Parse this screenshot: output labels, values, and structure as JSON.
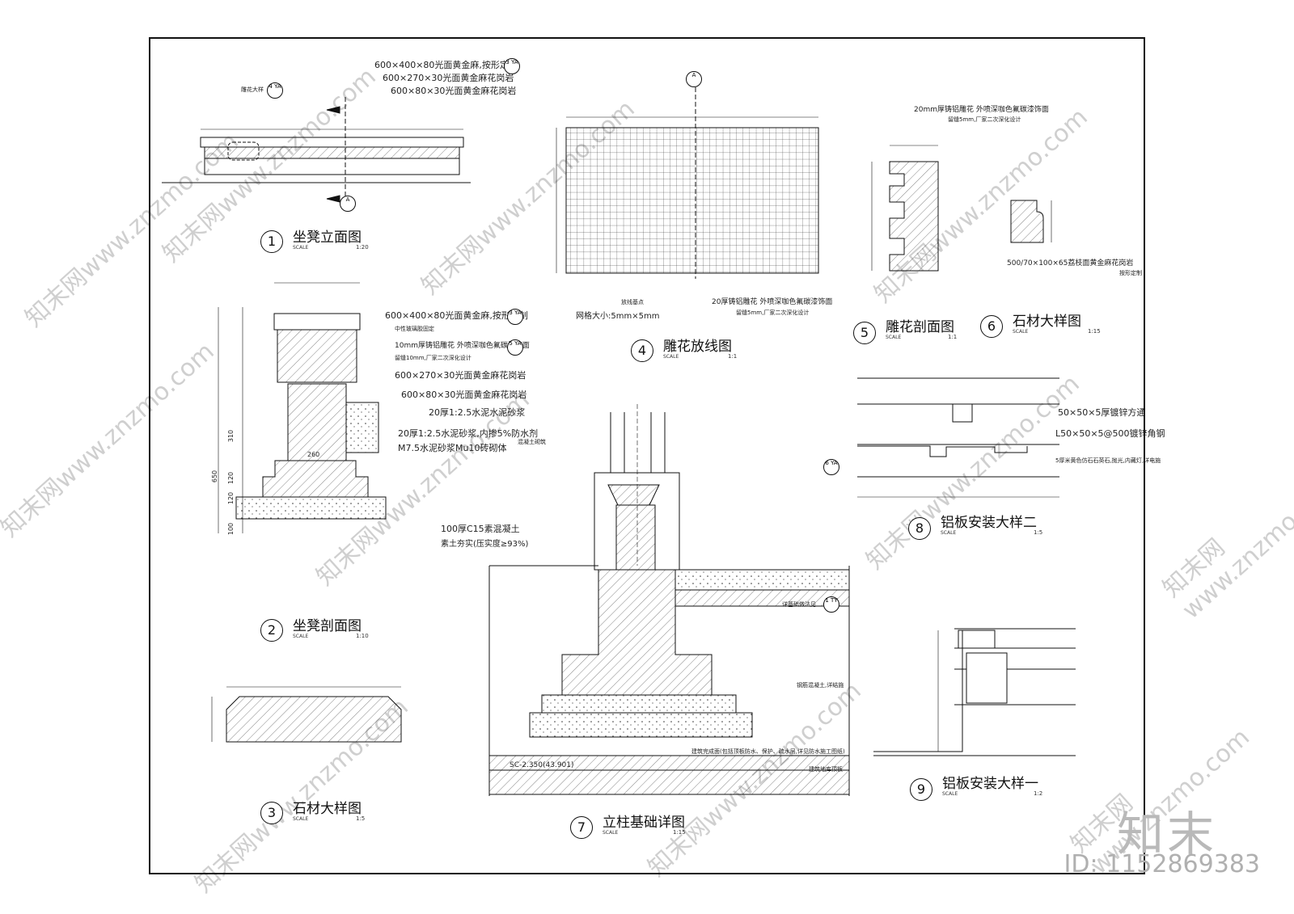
{
  "watermark": {
    "text": "知末网www.znzmo.com",
    "brand": "知末",
    "id": "ID: 1152869383"
  },
  "details": [
    {
      "num": "1",
      "title": "坐凳立面图",
      "scale_label": "SCALE",
      "scale": "1:20"
    },
    {
      "num": "2",
      "title": "坐凳剖面图",
      "scale_label": "SCALE",
      "scale": "1:10"
    },
    {
      "num": "3",
      "title": "石材大样图",
      "scale_label": "SCALE",
      "scale": "1:5"
    },
    {
      "num": "4",
      "title": "雕花放线图",
      "scale_label": "SCALE",
      "scale": "1:1"
    },
    {
      "num": "5",
      "title": "雕花剖面图",
      "scale_label": "SCALE",
      "scale": "1:1"
    },
    {
      "num": "6",
      "title": "石材大样图",
      "scale_label": "SCALE",
      "scale": "1:15"
    },
    {
      "num": "7",
      "title": "立柱基础详图",
      "scale_label": "SCALE",
      "scale": "1:15"
    },
    {
      "num": "8",
      "title": "铝板安装大样二",
      "scale_label": "SCALE",
      "scale": "1:5"
    },
    {
      "num": "9",
      "title": "铝板安装大样一",
      "scale_label": "SCALE",
      "scale": "1:2"
    }
  ],
  "d1_notes": [
    "600×400×80光面黄金麻,按形定制",
    "600×270×30光面黄金麻花岗岩",
    "600×80×30光面黄金麻花岗岩",
    "雕花大样"
  ],
  "d1_tags": [
    "3 YA",
    "4 YA",
    "A",
    "A"
  ],
  "d2_notes": [
    "600×400×80光面黄金麻,按形定制",
    "中性玻璃胶固定",
    "10mm厚铸铝雕花  外喷深咖色氟碳漆饰面",
    "留缝10mm,厂家二次深化设计",
    "600×270×30光面黄金麻花岗岩",
    "600×80×30光面黄金麻花岗岩",
    "20厚1:2.5水泥水泥砂浆",
    "20厚1:2.5水泥砂浆,内掺5%防水剂",
    "M7.5水泥砂浆Mu10砖砌体",
    "100厚C15素混凝土",
    "素土夯实(压实度≥93%)"
  ],
  "d2_tags": [
    "3 YA",
    "5 YA"
  ],
  "d2_dims": [
    "310",
    "650",
    "120",
    "120",
    "100",
    "260"
  ],
  "d4_notes": [
    "放线基点",
    "网格大小:5mm×5mm",
    "20厚铸铝雕花  外喷深咖色氟碳漆饰面",
    "留缝5mm,厂家二次深化设计"
  ],
  "d5_notes": [
    "20mm厚铸铝雕花  外喷深咖色氟碳漆饰面",
    "留缝5mm,厂家二次深化设计"
  ],
  "d6_notes": [
    "500/70×100×65荔枝面黄金麻花岗岩",
    "按形定制"
  ],
  "d7_notes": [
    "混凝土砌筑",
    "详基础做法见",
    "钢筋混凝土,详结施",
    "建筑完成面(包括顶板防水、保护、疏水层,详见防水施工图纸)",
    "建筑地库顶板",
    "SC-2.350(43.901)",
    "6 YA",
    "1 TY"
  ],
  "d8_notes": [
    "50×50×5厚镀锌方通",
    "L50×50×5@500镀锌角钢",
    "5厚米黄色仿石石英石,抛光,内藏灯,详电施"
  ]
}
